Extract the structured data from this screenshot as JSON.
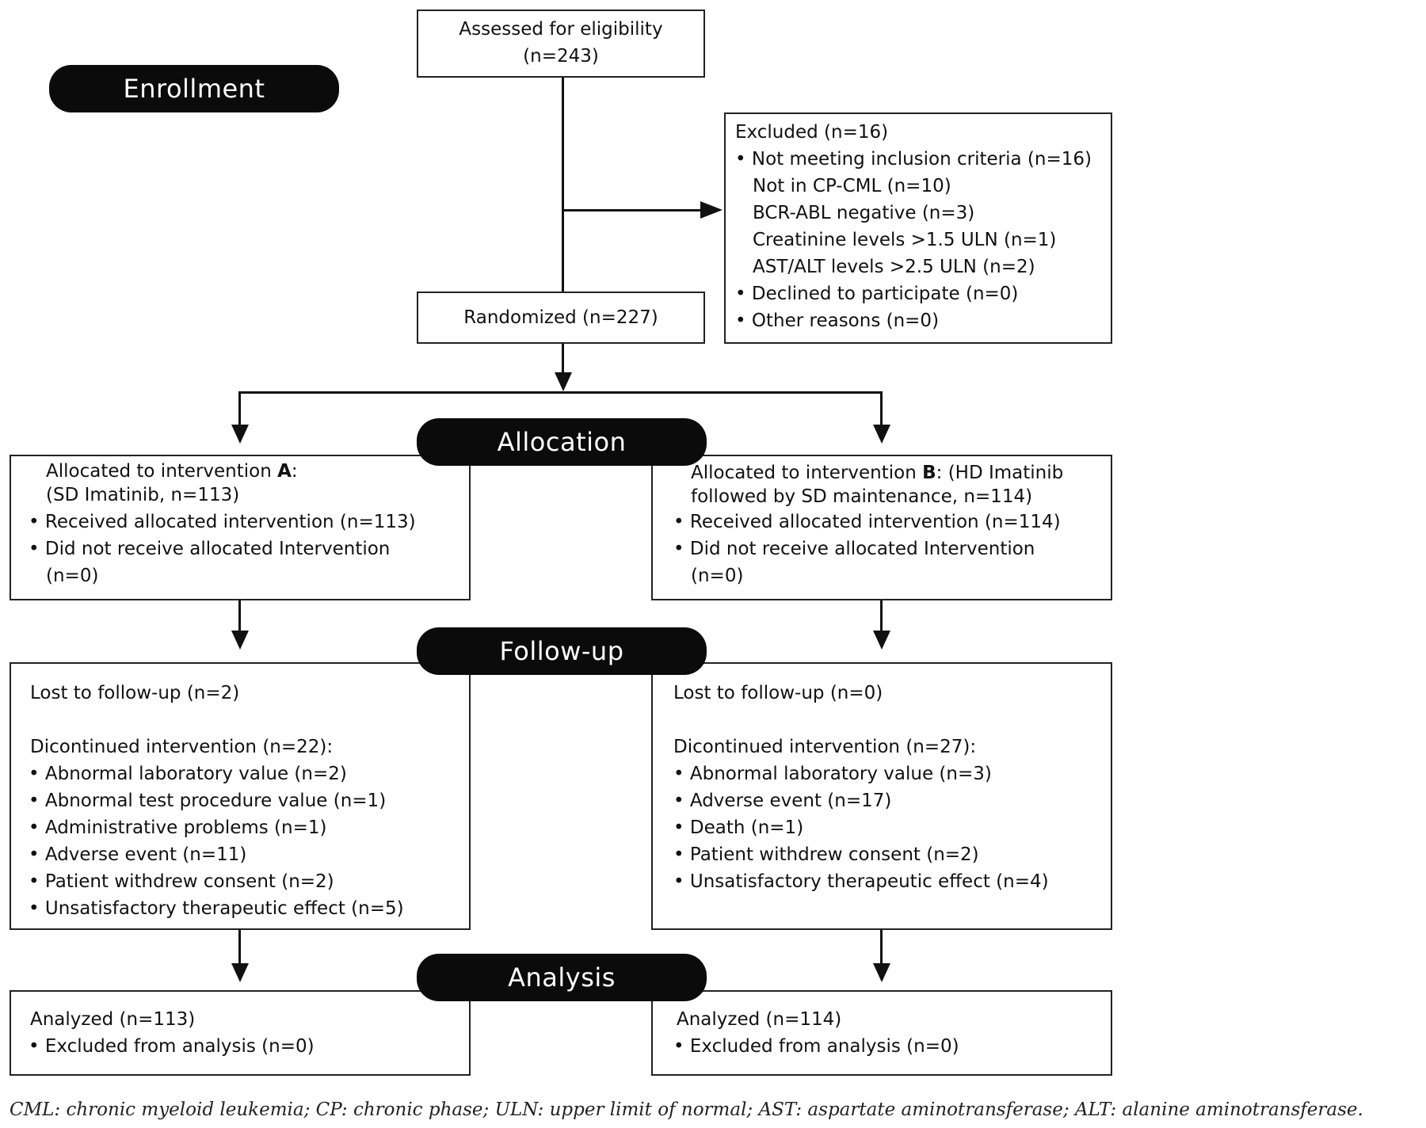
{
  "stages": {
    "enrollment": "Enrollment",
    "allocation": "Allocation",
    "followup": "Follow-up",
    "analysis": "Analysis"
  },
  "assessed": {
    "line1": "Assessed for eligibility",
    "line2": "(n=243)"
  },
  "excluded": {
    "title": "Excluded (n=16)",
    "items": [
      "• Not meeting inclusion criteria (n=16)",
      "Not in CP-CML (n=10)",
      "BCR-ABL negative (n=3)",
      "Creatinine levels >1.5 ULN (n=1)",
      "AST/ALT levels >2.5 ULN (n=2)",
      "• Declined to participate (n=0)",
      "• Other reasons (n=0)"
    ]
  },
  "randomized": "Randomized (n=227)",
  "arm_a": {
    "alloc_line1_prefix": "Allocated to intervention ",
    "alloc_letter": "A",
    "alloc_line1_suffix": ":",
    "alloc_line2": "(SD Imatinib, n=113)",
    "received": "• Received allocated intervention (n=113)",
    "not_received": "• Did not receive allocated Intervention",
    "not_received_n": "(n=0)",
    "lost": "Lost to follow-up (n=2)",
    "discontinued": "Dicontinued intervention (n=22):",
    "reasons": [
      "• Abnormal laboratory value (n=2)",
      "• Abnormal test procedure value (n=1)",
      "• Administrative problems (n=1)",
      "• Adverse event (n=11)",
      "• Patient withdrew consent (n=2)",
      "• Unsatisfactory therapeutic effect (n=5)"
    ],
    "analyzed": "Analyzed (n=113)",
    "excluded_analysis": "• Excluded from analysis (n=0)"
  },
  "arm_b": {
    "alloc_line1_prefix": "Allocated to intervention ",
    "alloc_letter": "B",
    "alloc_line1_suffix": ": (HD Imatinib",
    "alloc_line2": "followed by SD maintenance, n=114)",
    "received": "• Received allocated intervention (n=114)",
    "not_received": "• Did not receive allocated Intervention",
    "not_received_n": "(n=0)",
    "lost": "Lost to follow-up (n=0)",
    "discontinued": "Dicontinued intervention (n=27):",
    "reasons": [
      "• Abnormal laboratory value (n=3)",
      "• Adverse event (n=17)",
      "• Death (n=1)",
      "• Patient withdrew consent (n=2)",
      "• Unsatisfactory therapeutic effect (n=4)"
    ],
    "analyzed": "Analyzed (n=114)",
    "excluded_analysis": "• Excluded from analysis (n=0)"
  },
  "caption": "CML: chronic myeloid leukemia; CP: chronic phase; ULN: upper limit of normal; AST: aspartate aminotransferase; ALT: alanine aminotransferase."
}
